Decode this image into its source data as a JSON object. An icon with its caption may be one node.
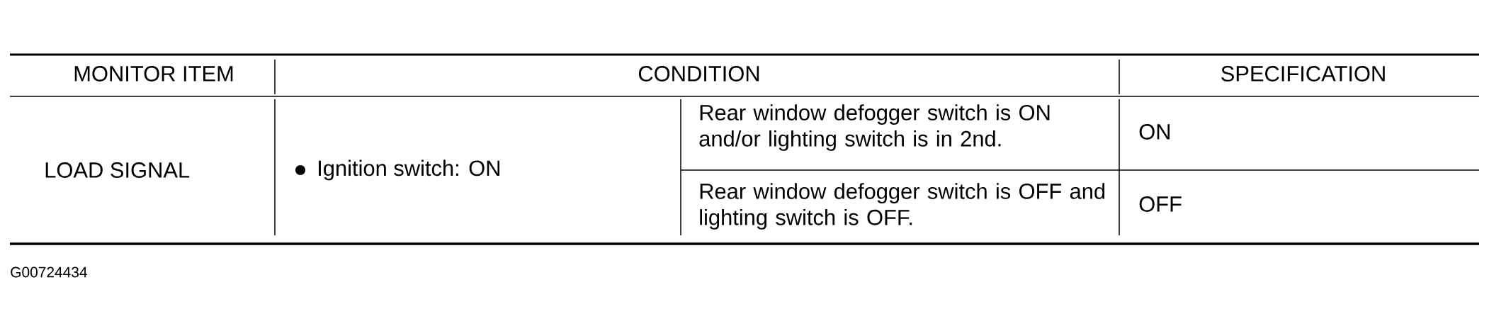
{
  "diagram": {
    "labels": [
      "MONITOR ITEM",
      "CONDITION",
      "SPECIFICATION",
      "LOAD SIGNAL",
      "Ignition switch: ON",
      "Rear window defogger switch is ON and/or lighting switch is in 2nd.",
      "ON",
      "Rear window defogger switch is OFF and lighting switch is OFF.",
      "OFF",
      "G00724434"
    ]
  }
}
